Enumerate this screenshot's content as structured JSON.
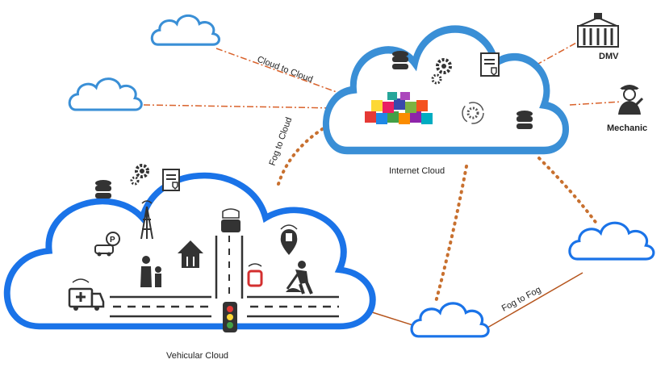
{
  "labels": {
    "cloud_to_cloud": "Cloud to Cloud",
    "fog_to_cloud": "Fog to Cloud",
    "internet_cloud": "Internet Cloud",
    "vehicular_cloud": "Vehicular Cloud",
    "fog_to_fog": "Fog to Fog",
    "dmv": "DMV",
    "mechanic": "Mechanic"
  },
  "colors": {
    "cloud_stroke_light": "#3a8fd6",
    "cloud_stroke_heavy": "#1a73e8",
    "dash_orange": "#d9622b",
    "dot_brown": "#c8702f",
    "link_brown": "#b5541c",
    "icon_dark": "#333333"
  },
  "icons": [
    "database-icon",
    "gears-icon",
    "certificate-icon",
    "cubes-icon",
    "sync-gear-icon",
    "dmv-building-icon",
    "mechanic-icon",
    "tower-icon",
    "parking-icon",
    "house-icon",
    "family-icon",
    "car-icon",
    "fuel-icon",
    "worker-icon",
    "ambulance-icon",
    "traffic-light-icon",
    "roadsign-icon"
  ]
}
